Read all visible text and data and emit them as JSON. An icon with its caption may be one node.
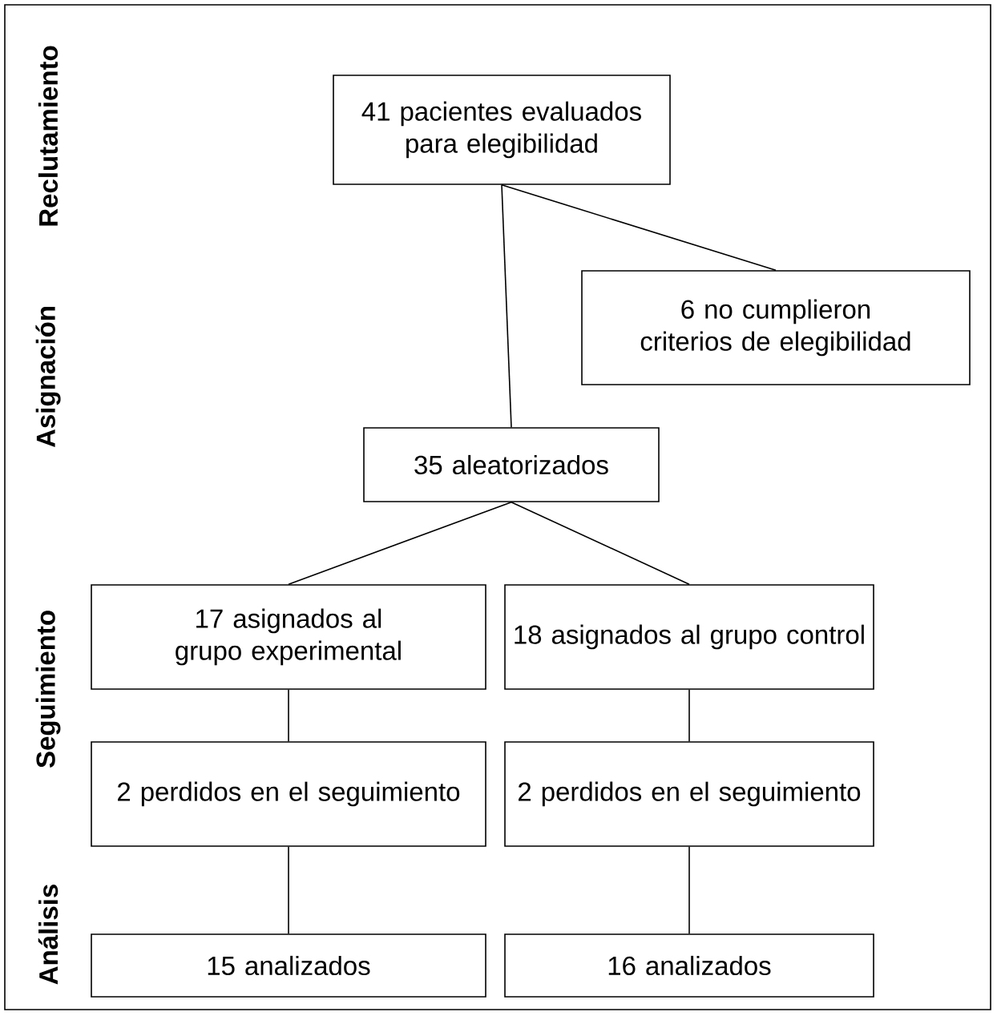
{
  "diagram": {
    "nodes": [
      {
        "text": [
          "41 pacientes evaluados para elegibilidad"
        ]
      },
      {
        "text": [
          "6 no cumplieron criterios de elegibilidad"
        ]
      },
      {
        "text": [
          "35 aleatorizados"
        ]
      },
      {
        "text": [
          "17 asignados al grupo experimental"
        ]
      },
      {
        "text": [
          "18 asignados al grupo control"
        ]
      },
      {
        "text": [
          "2 perdidos en el seguimiento"
        ]
      },
      {
        "text": [
          "2 perdidos en el seguimiento"
        ]
      },
      {
        "text": [
          "15 analizados"
        ]
      },
      {
        "text": [
          "16 analizados"
        ]
      }
    ],
    "edges": [
      {
        "from": 0,
        "to": 2,
        "arrow": "none"
      },
      {
        "from": 0,
        "to": 1,
        "arrow": "none"
      },
      {
        "from": 2,
        "to": 3,
        "arrow": "none"
      },
      {
        "from": 2,
        "to": 4,
        "arrow": "none"
      },
      {
        "from": 3,
        "to": 5,
        "arrow": "none"
      },
      {
        "from": 4,
        "to": 6,
        "arrow": "none"
      },
      {
        "from": 5,
        "to": 7,
        "arrow": "none"
      },
      {
        "from": 6,
        "to": 8,
        "arrow": "none"
      }
    ],
    "labels": [
      "Reclutamiento",
      "Asignación",
      "Seguimiento",
      "Análisis"
    ]
  }
}
